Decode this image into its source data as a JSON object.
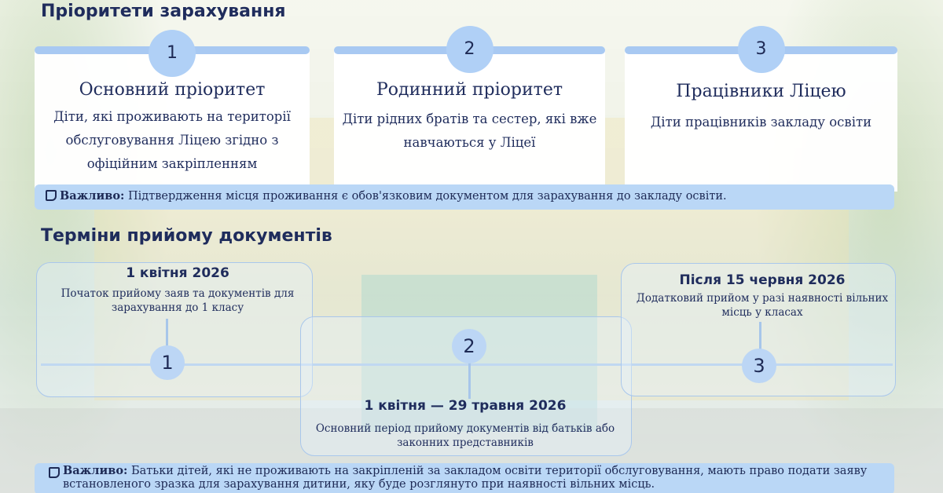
{
  "priorities": {
    "title": "Пріоритети зарахування",
    "cards": [
      {
        "number": "1",
        "title": "Основний пріоритет",
        "description": "Діти, які проживають на території обслуговування Ліцею згідно з офіційним закріпленням"
      },
      {
        "number": "2",
        "title": "Родинний пріоритет",
        "description": "Діти рідних братів та сестер, які вже навчаються у Ліцеї"
      },
      {
        "number": "3",
        "title": "Працівники Ліцею",
        "description": "Діти працівників закладу освіти"
      }
    ],
    "note": {
      "icon": "note-icon",
      "label": "Важливо:",
      "text": " Підтвердження місця проживання є обов'язковим документом для зарахування до закладу освіти."
    }
  },
  "timeline": {
    "title": "Терміни прийому документів",
    "steps": [
      {
        "number": "1",
        "date": "1 квітня 2026",
        "description": "Початок прийому заяв та документів для зарахування до 1 класу"
      },
      {
        "number": "2",
        "date": "1 квітня — 29 травня 2026",
        "description": "Основний період прийому документів від батьків або законних представників"
      },
      {
        "number": "3",
        "date": "Після 15 червня 2026",
        "description": "Додатковий прийом у разі наявності вільних місць у класах"
      }
    ],
    "note": {
      "icon": "note-icon",
      "label": "Важливо:",
      "text": " Батьки дітей, які не проживають на закріпленій за закладом освіти території обслуговування, мають право подати заяву встановленого зразка для зарахування дитини, яку буде розглянуто при наявності вільних місць."
    }
  },
  "colors": {
    "accent": "#a8c9f2",
    "number_circle": "#b0d0f6",
    "note_bg": "#bad7f6",
    "text": "#1f2c5c"
  }
}
